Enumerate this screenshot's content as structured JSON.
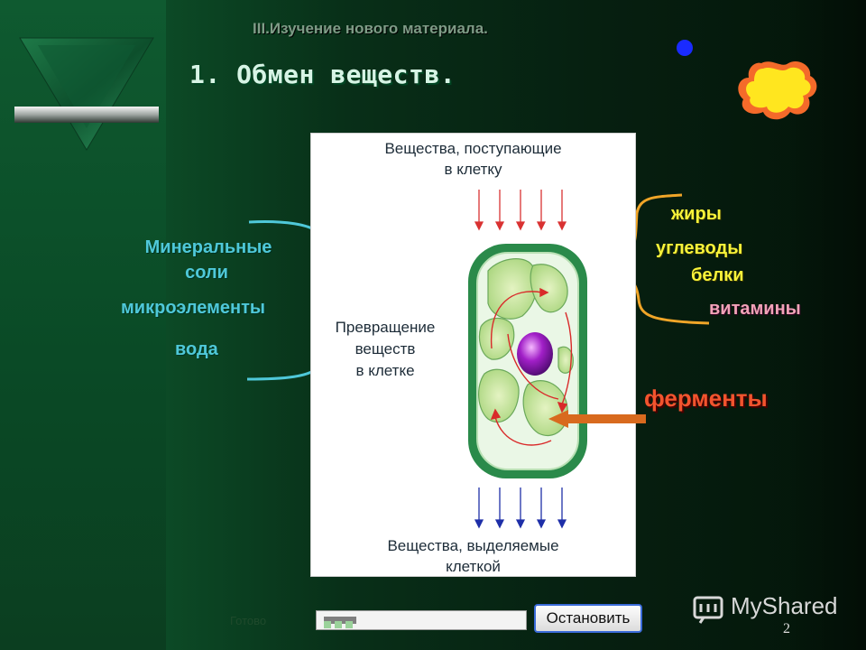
{
  "slide": {
    "section_title": "III.Изучение нового материала.",
    "topic_title": "1. Обмен веществ.",
    "left_labels": [
      "Минеральные",
      "соли",
      "микроэлементы",
      "вода"
    ],
    "right_labels": {
      "fats": "жиры",
      "carbs": "углеводы",
      "proteins": "белки",
      "vitamins": "витамины",
      "enzymes": "ферменты"
    },
    "diagram": {
      "top_caption_1": "Вещества, поступающие",
      "top_caption_2": "в клетку",
      "middle_caption_1": "Превращение",
      "middle_caption_2": "веществ",
      "middle_caption_3": "в клетке",
      "bottom_caption_1": "Вещества, выделяемые",
      "bottom_caption_2": "клеткой"
    },
    "page_number": "2"
  },
  "player": {
    "status_text": "Готово",
    "stop_label": "Остановить"
  },
  "watermark": "MyShared",
  "colors": {
    "cyan": "#4fc8d9",
    "yellow": "#f8f33a",
    "pink": "#f1a3b8",
    "orange": "#f2542e",
    "cell_green": "#2a8a4a"
  }
}
